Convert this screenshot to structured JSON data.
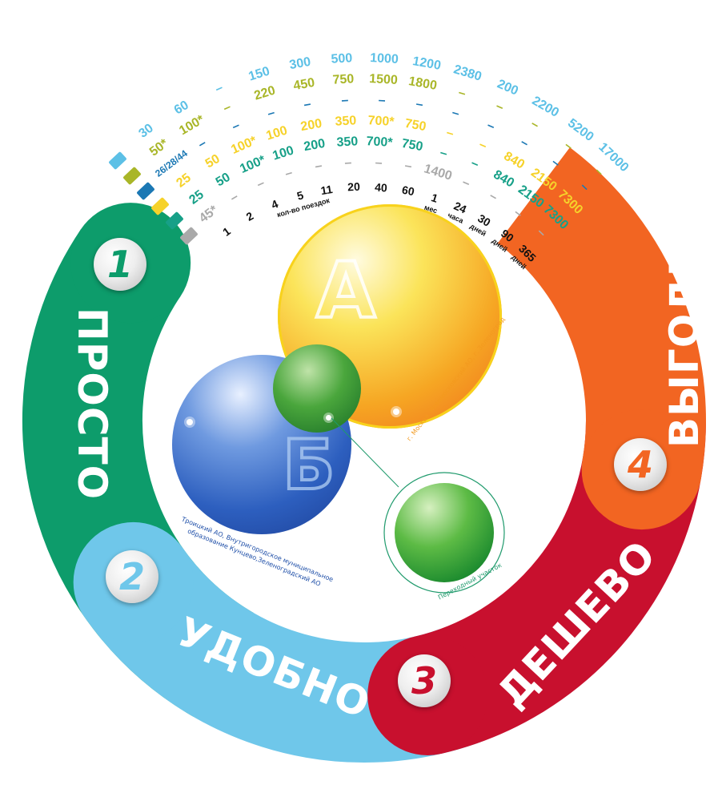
{
  "colors": {
    "green": "#0d9c6b",
    "blue": "#6fc7ea",
    "red": "#c8102e",
    "orange": "#f26522",
    "row_light_blue": "#5cc0e6",
    "row_olive": "#a9b628",
    "row_dark_blue": "#1b78b4",
    "row_yellow": "#f6d22a",
    "row_teal": "#17a088",
    "row_gray": "#a9a9a9",
    "labels": "#111111"
  },
  "bands": [
    {
      "number": "1",
      "label": "ПРОСТО"
    },
    {
      "number": "2",
      "label": "УДОБНО"
    },
    {
      "number": "3",
      "label": "ДЕШЕВО"
    },
    {
      "number": "4",
      "label": "ВЫГОДНО"
    }
  ],
  "fare_table": {
    "columns": [
      {
        "value": "1",
        "unit": ""
      },
      {
        "value": "2",
        "unit": ""
      },
      {
        "value": "4",
        "unit": ""
      },
      {
        "value": "5",
        "unit": "кол-во поездок"
      },
      {
        "value": "11",
        "unit": ""
      },
      {
        "value": "20",
        "unit": ""
      },
      {
        "value": "40",
        "unit": ""
      },
      {
        "value": "60",
        "unit": ""
      },
      {
        "value": "1",
        "unit": "мес"
      },
      {
        "value": "24",
        "unit": "часа"
      },
      {
        "value": "30",
        "unit": "дней"
      },
      {
        "value": "90",
        "unit": "дней"
      },
      {
        "value": "365",
        "unit": "дней"
      }
    ],
    "rows": [
      {
        "card_icon": "light-blue-card-icon",
        "color_key": "row_light_blue",
        "values": [
          "30",
          "60",
          "–",
          "150",
          "300",
          "500",
          "1000",
          "1200",
          "2380",
          "200",
          "2200",
          "5200",
          "17000"
        ]
      },
      {
        "card_icon": "olive-card-icon",
        "color_key": "row_olive",
        "values": [
          "50*",
          "100*",
          "–",
          "220",
          "450",
          "750",
          "1500",
          "1800",
          "–",
          "–",
          "–",
          "–",
          "–"
        ]
      },
      {
        "card_icon": "dark-blue-card-icon",
        "color_key": "row_dark_blue",
        "values": [
          "26/28/44",
          "–",
          "–",
          "–",
          "–",
          "–",
          "–",
          "–",
          "–",
          "–",
          "–",
          "–",
          "–"
        ]
      },
      {
        "card_icon": "yellow-ticket-icon",
        "color_key": "row_yellow",
        "values": [
          "25",
          "50",
          "100*",
          "100",
          "200",
          "350",
          "700*",
          "750",
          "–",
          "–",
          "840",
          "2150",
          "7300"
        ]
      },
      {
        "card_icon": "teal-ticket-icon",
        "color_key": "row_teal",
        "values": [
          "25",
          "50",
          "100*",
          "100",
          "200",
          "350",
          "700*",
          "750",
          "–",
          "–",
          "840",
          "2150",
          "7300"
        ]
      },
      {
        "card_icon": "gray-ticket-icon",
        "color_key": "row_gray",
        "values": [
          "45*",
          "–",
          "–",
          "–",
          "–",
          "–",
          "–",
          "–",
          "1400",
          "–",
          "–",
          "–",
          "–"
        ]
      }
    ]
  },
  "zones": {
    "a": {
      "letter": "А",
      "caption": "г. Москва, Новомосковский АО, г. Зеленоград"
    },
    "b": {
      "letter": "Б",
      "caption": "Троицкий АО, Внутригородское муниципальное образование Кунцево,Зеленоградский АО"
    },
    "transition": {
      "caption": "Переходный участок"
    }
  }
}
